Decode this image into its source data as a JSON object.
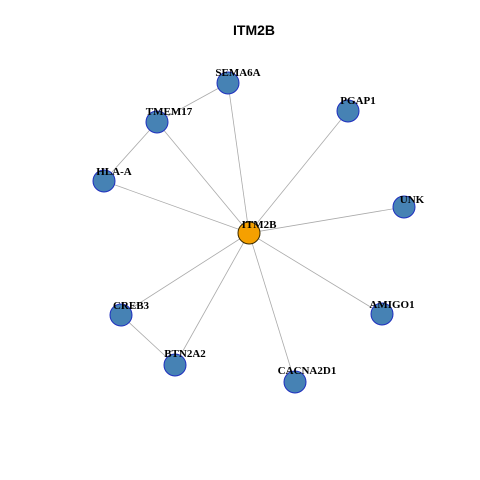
{
  "title": "ITM2B",
  "colors": {
    "center_fill": "#f5a000",
    "center_stroke": "#3a2a00",
    "node_fill": "#4682b4",
    "node_stroke": "#1f2fbf",
    "edge": "#aaaaaa"
  },
  "nodes": [
    {
      "id": "ITM2B",
      "label": "ITM2B",
      "center": true
    },
    {
      "id": "SEMA6A",
      "label": "SEMA6A"
    },
    {
      "id": "PGAP1",
      "label": "PGAP1"
    },
    {
      "id": "TMEM17",
      "label": "TMEM17"
    },
    {
      "id": "HLA-A",
      "label": "HLA-A"
    },
    {
      "id": "UNK",
      "label": "UNK"
    },
    {
      "id": "CREB3",
      "label": "CREB3"
    },
    {
      "id": "AMIGO1",
      "label": "AMIGO1"
    },
    {
      "id": "BTN2A2",
      "label": "BTN2A2"
    },
    {
      "id": "CACNA2D1",
      "label": "CACNA2D1"
    }
  ],
  "edges": [
    [
      "ITM2B",
      "SEMA6A"
    ],
    [
      "ITM2B",
      "PGAP1"
    ],
    [
      "ITM2B",
      "TMEM17"
    ],
    [
      "ITM2B",
      "HLA-A"
    ],
    [
      "ITM2B",
      "UNK"
    ],
    [
      "ITM2B",
      "CREB3"
    ],
    [
      "ITM2B",
      "AMIGO1"
    ],
    [
      "ITM2B",
      "BTN2A2"
    ],
    [
      "ITM2B",
      "CACNA2D1"
    ],
    [
      "SEMA6A",
      "TMEM17"
    ],
    [
      "TMEM17",
      "HLA-A"
    ],
    [
      "CREB3",
      "BTN2A2"
    ]
  ]
}
